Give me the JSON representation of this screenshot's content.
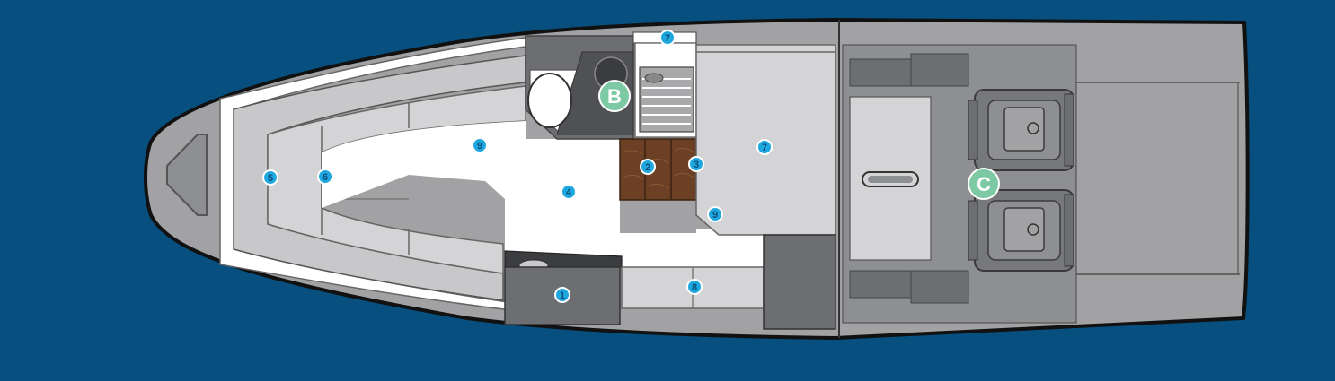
{
  "colors": {
    "background": "#064f7e",
    "hull_outline": "#111111",
    "hull_gray": "#a2a2a4",
    "deck_white": "#ffffff",
    "cushion_gray": "#d4d4d6",
    "dark_gray": "#77787b",
    "engine_bay": "#8e8f92",
    "wood": "#6b4024",
    "marker_cyan": "#1fa8e0",
    "zone_green": "#7cc9a4"
  },
  "markers": [
    {
      "id": "m1",
      "label": "1"
    },
    {
      "id": "m2",
      "label": "2"
    },
    {
      "id": "m3",
      "label": "3"
    },
    {
      "id": "m4",
      "label": "4"
    },
    {
      "id": "m5",
      "label": "5"
    },
    {
      "id": "m6",
      "label": "6"
    },
    {
      "id": "m7a",
      "label": "7"
    },
    {
      "id": "m7b",
      "label": "7"
    },
    {
      "id": "m8",
      "label": "8"
    },
    {
      "id": "m9a",
      "label": "9"
    },
    {
      "id": "m9b",
      "label": "9"
    }
  ],
  "zones": [
    {
      "id": "zB",
      "label": "B"
    },
    {
      "id": "zC",
      "label": "C"
    }
  ]
}
